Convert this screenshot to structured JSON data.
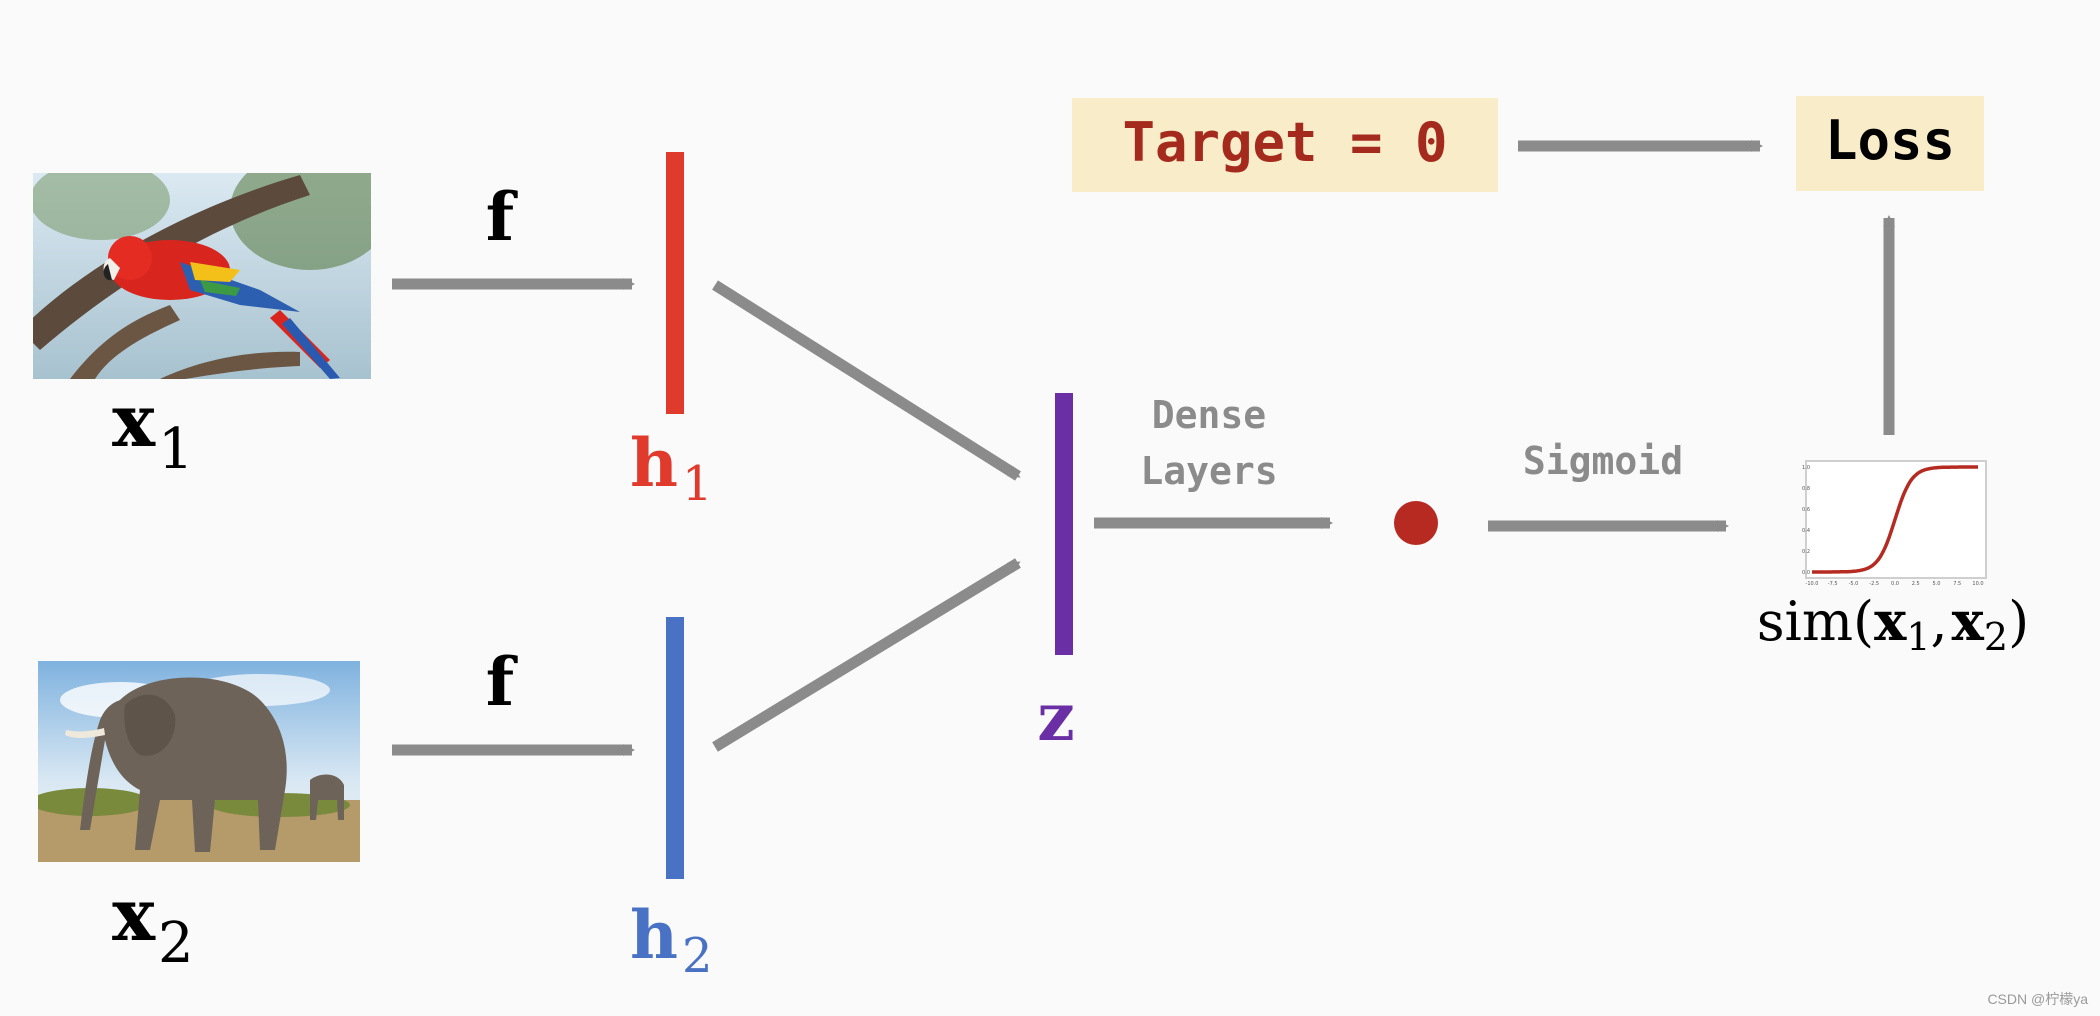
{
  "inputs": {
    "x1": {
      "letter": "x",
      "sub": "1",
      "image": "parrot"
    },
    "x2": {
      "letter": "x",
      "sub": "2",
      "image": "elephant"
    }
  },
  "f_label": "f",
  "hidden": {
    "h1": {
      "letter": "h",
      "sub": "1",
      "color": "#e03a2c"
    },
    "h2": {
      "letter": "h",
      "sub": "2",
      "color": "#4a72c4"
    }
  },
  "z": {
    "label": "z",
    "color": "#6a2fa4"
  },
  "dense_label_line1": "Dense",
  "dense_label_line2": "Layers",
  "sigmoid_label": "Sigmoid",
  "target": {
    "text": "Target = 0",
    "color": "#a52a1e",
    "bg": "#f9ecc8"
  },
  "loss": {
    "text": "Loss",
    "bg": "#f9ecc8"
  },
  "similarity": {
    "prefix": "sim(",
    "x1_letter": "x",
    "x1_sub": "1",
    "comma": ",",
    "x2_letter": "x",
    "x2_sub": "2",
    "suffix": ")"
  },
  "sigmoid_plot": {
    "xticks": [
      "-10.0",
      "-7.5",
      "-5.0",
      "-2.5",
      "0.0",
      "2.5",
      "5.0",
      "7.5",
      "10.0"
    ],
    "yticks": [
      "0.0",
      "0.2",
      "0.4",
      "0.6",
      "0.8",
      "1.0"
    ],
    "xlim": [
      -10,
      10
    ],
    "ylim": [
      0,
      1
    ],
    "curve_color": "#b52b22"
  },
  "output_dot_color": "#b62a22",
  "arrow_color": "#8b8b8b",
  "watermark": "CSDN @柠檬ya"
}
